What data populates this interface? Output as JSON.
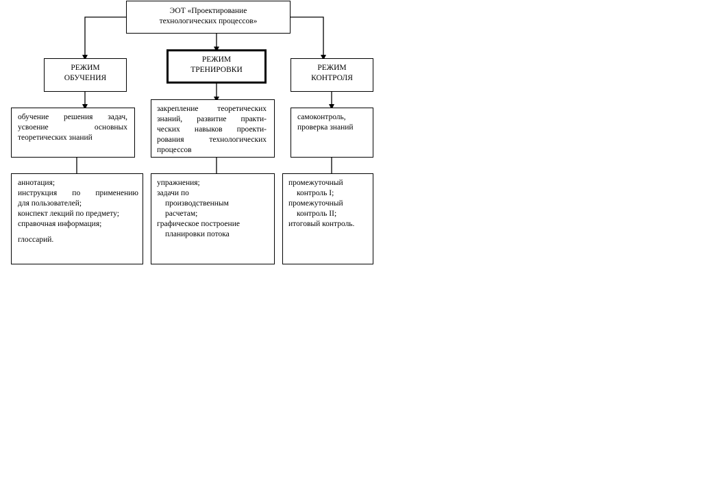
{
  "root": {
    "lines": [
      "ЭОТ «Проектирование",
      "технологических процессов»"
    ]
  },
  "modes": [
    {
      "title": [
        "РЕЖИМ",
        "ОБУЧЕНИЯ"
      ],
      "purpose": [
        "обучение решения задач,",
        "усвоение основных",
        "теоретических знаний"
      ],
      "items": [
        "аннотация;",
        "инструкция по применению",
        "для пользователей;",
        "конспект лекций по предмету;",
        "справочная информация;",
        "глоссарий."
      ]
    },
    {
      "title": [
        "РЕЖИМ",
        "ТРЕНИРОВКИ"
      ],
      "purpose": [
        "закрепление теоретических",
        "знаний, развитие практи-",
        "ческих навыков проекти-",
        "рования технологических",
        "процессов"
      ],
      "items": [
        "упражнения;",
        "задачи по",
        "производственным",
        "расчетам;",
        "графическое построение",
        "планировки потока"
      ]
    },
    {
      "title": [
        "РЕЖИМ",
        "КОНТРОЛЯ"
      ],
      "purpose": [
        "самоконтроль,",
        "проверка знаний"
      ],
      "items": [
        "промежуточный",
        "контроль I;",
        "промежуточный",
        "контроль II;",
        "итоговый контроль."
      ]
    }
  ]
}
